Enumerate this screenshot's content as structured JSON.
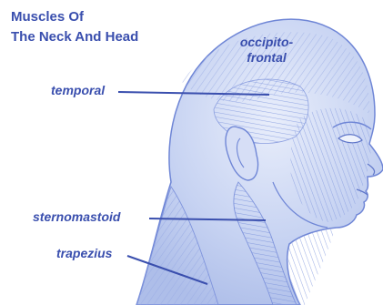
{
  "title": {
    "line1": "Muscles Of",
    "line2": "The Neck And Head"
  },
  "labels": {
    "occipitofrontal_line1": "occipito-",
    "occipitofrontal_line2": "frontal",
    "temporal": "temporal",
    "sternomastoid": "sternomastoid",
    "trapezius": "trapezius"
  },
  "colors": {
    "text": "#3a4fae",
    "muscle_fill": "#bcc9ef",
    "muscle_lines": "#8fa2e0",
    "outline": "#6f86d6",
    "background": "#ffffff"
  }
}
